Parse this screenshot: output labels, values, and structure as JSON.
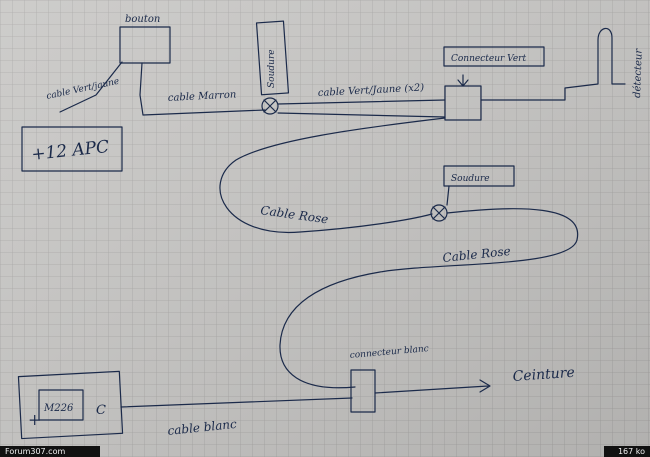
{
  "labels": {
    "bouton": "bouton",
    "cable_vert_jaune_left": "cable Vert/jaune",
    "cable_marron": "cable Marron",
    "soudure_top": "Soudure",
    "cable_vert_jaune_x2": "cable Vert/Jaune (x2)",
    "connecteur_vert": "Connecteur Vert",
    "detecteur": "détecteur",
    "apc": "+12 APC",
    "cable_rose_1": "Cable Rose",
    "soudure_mid": "Soudure",
    "cable_rose_2": "Cable Rose",
    "connecteur_blanc": "connecteur blanc",
    "ceinture": "Ceinture",
    "m226": "M226",
    "cable_blanc": "cable blanc",
    "plus_partial": "+",
    "c_partial": "C"
  },
  "footer": {
    "left": "Forum307.com",
    "right": "167 ko"
  },
  "colors": {
    "paper": "#c9c8c6",
    "grid": "#a9a8a6",
    "ink": "#1b2a4a"
  }
}
